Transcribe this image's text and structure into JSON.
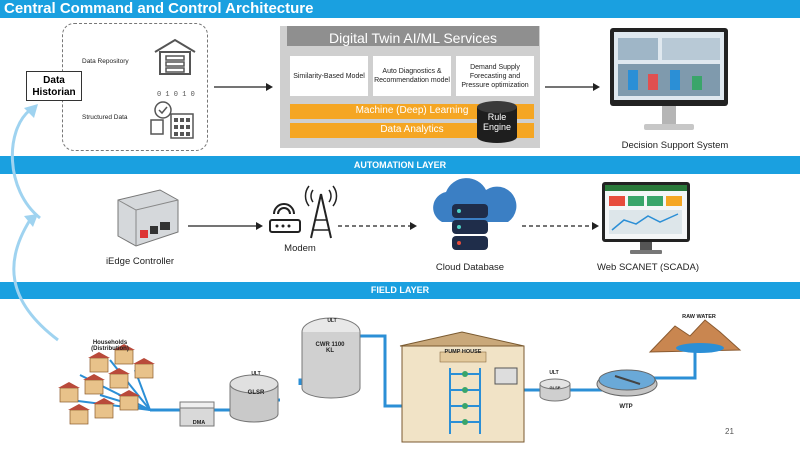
{
  "title": "Central Command and Control Architecture",
  "layers": {
    "automation": "AUTOMATION LAYER",
    "field": "FIELD LAYER"
  },
  "historian": {
    "label": "Data Historian",
    "data_repository": "Data Repository",
    "structured_data": "Structured  Data"
  },
  "digital_twin": {
    "title": "Digital Twin AI/ML Services",
    "cards": [
      "Similarity-Based Model",
      "Auto Diagnostics & Recommendation model",
      "Demand Supply Forecasting and Pressure optimization"
    ],
    "machine_learning": "Machine (Deep) Learning",
    "data_analytics": "Data Analytics",
    "rule_engine": "Rule Engine"
  },
  "dss": "Decision Support System",
  "automation": {
    "iedge": "iEdge Controller",
    "modem": "Modem",
    "cloud_db": "Cloud Database",
    "scada": "Web SCANET (SCADA)"
  },
  "field": {
    "households": "Households (Distribution)",
    "dma": "DMA",
    "glsr": "GLSR",
    "cwr": "CWR 1100 KL",
    "ult": "ULT",
    "pump_house": "PUMP HOUSE",
    "wtp": "WTP",
    "raw_water": "RAW WATER",
    "glsp": "GLSP"
  },
  "page_number": "21",
  "colors": {
    "accent": "#1aa0e0",
    "orange": "#f5a623",
    "pipe": "#2b8fd6"
  }
}
